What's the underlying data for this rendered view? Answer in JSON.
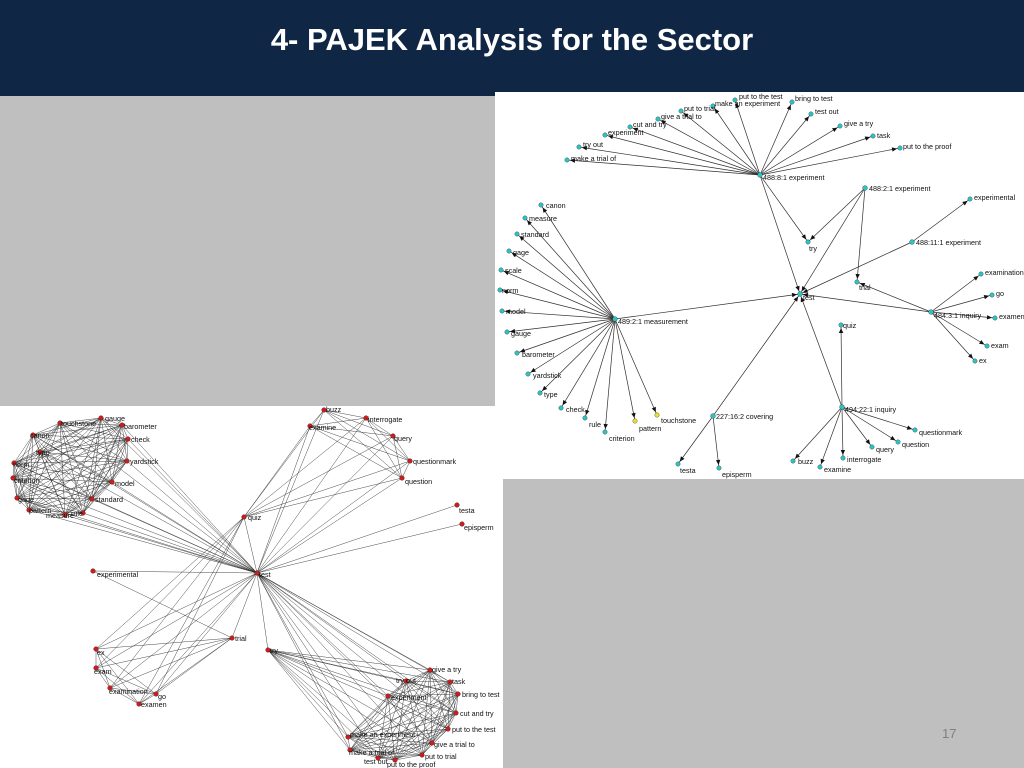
{
  "slide": {
    "title": "4- PAJEK Analysis for the Sector",
    "page_number": "17"
  },
  "networks": {
    "top": {
      "edge_color": "#2f2f2f",
      "node_color": "#27c6c6",
      "highlight_color": "#f0e020",
      "hubs": {
        "h1": "488:8:1 experiment",
        "h2": "488:2:1 experiment",
        "h3": "488:11:1 experiment",
        "test": "test",
        "meas": "489:2:1 measurement",
        "inq1": "484:3:1 inquiry",
        "inq2": "494:22:1 inquiry",
        "cov": "227:16:2 covering"
      },
      "labels": {
        "put_to_the_test": "put to the test",
        "bring_to_test": "bring to test",
        "make_an_experiment": "make an experiment",
        "put_to_trial": "put to trial",
        "test_out": "test out",
        "give_a_trial_to": "give a trial to",
        "give_a_try": "give a try",
        "cut_and_try": "cut and try",
        "task": "task",
        "experiment": "experiment",
        "put_to_the_proof": "put to the proof",
        "try_out": "try out",
        "make_a_trial_of": "make a trial of",
        "try": "try",
        "trial": "trial",
        "experimental": "experimental",
        "examination": "examination",
        "go": "go",
        "examen": "examen",
        "exam": "exam",
        "ex": "ex",
        "quiz": "quiz",
        "canon": "canon",
        "measure": "measure",
        "standard": "standard",
        "gage": "gage",
        "scale": "scale",
        "norm": "norm",
        "model": "model",
        "gauge": "gauge",
        "barometer": "barometer",
        "yardstick": "yardstick",
        "type": "type",
        "check": "check",
        "rule": "rule",
        "criterion": "criterion",
        "pattern": "pattern",
        "touchstone": "touchstone",
        "testa": "testa",
        "episperm": "episperm",
        "buzz": "buzz",
        "examine": "examine",
        "interrogate": "interrogate",
        "query": "query",
        "question": "question",
        "questionmark": "questionmark"
      }
    },
    "bottom": {
      "edge_color": "#2a2a2a",
      "node_color": "#c81e1e",
      "labels": {
        "test": "test",
        "quiz": "quiz",
        "trial": "trial",
        "try": "try",
        "experimental": "experimental",
        "testa": "testa",
        "episperm": "episperm",
        "buzz": "buzz",
        "interrogate": "interrogate",
        "examine": "examine",
        "query": "query",
        "questionmark": "questionmark",
        "question": "question",
        "ex": "ex",
        "exam": "exam",
        "examination": "examination",
        "go": "go",
        "examen": "examen",
        "gauge": "gauge",
        "touchstone": "touchstone",
        "barometer": "barometer",
        "check": "check",
        "canon": "canon",
        "type": "type",
        "yardstick": "yardstick",
        "norm": "norm",
        "model": "model",
        "criterion": "criterion",
        "standard": "standard",
        "gage": "gage",
        "pattern": "pattern",
        "measure": "measure",
        "rule": "rule",
        "give_a_try": "give a try",
        "try_out": "try out",
        "task": "task",
        "experiment": "experiment",
        "bring_to_test": "bring to test",
        "cut_and_try": "cut and try",
        "put_to_the_test": "put to the test",
        "make_an_experiment": "make an experiment",
        "give_a_trial_to": "give a trial to",
        "make_a_trial_of": "make a trial of",
        "put_to_trial": "put to trial",
        "test_out": "test out",
        "put_to_the_proof": "put to the proof"
      }
    }
  }
}
